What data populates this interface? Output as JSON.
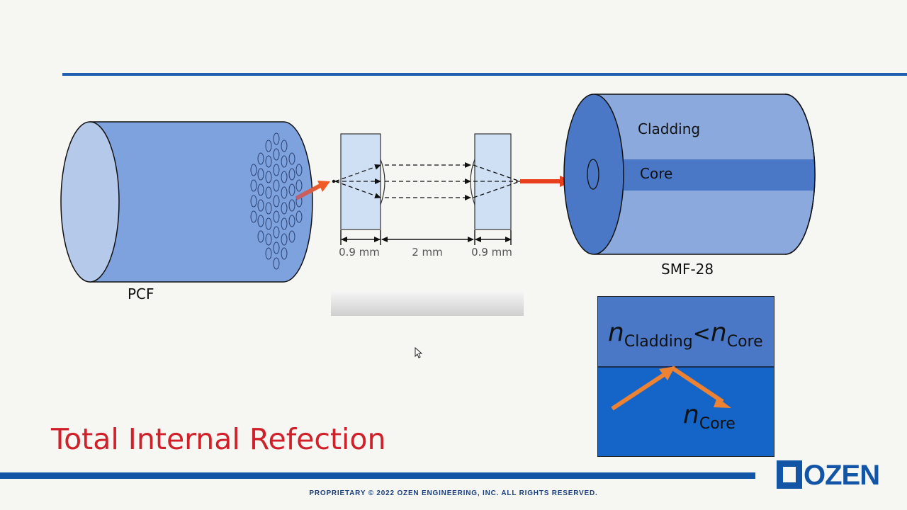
{
  "slide": {
    "title": "Total Internal Refection",
    "footer": "PROPRIETARY © 2022 OZEN ENGINEERING, INC. ALL RIGHTS RESERVED.",
    "logo_text": "OZEN"
  },
  "diagram": {
    "pcf_label": "PCF",
    "smf_label": "SMF-28",
    "cladding_label": "Cladding",
    "core_label": "Core",
    "dim_left": "0.9 mm",
    "dim_middle": "2 mm",
    "dim_right": "0.9 mm"
  },
  "inset": {
    "n_symbol": "n",
    "cladding_sub": "Cladding",
    "less_than": "<",
    "core_sub": "Core"
  },
  "colors": {
    "accent_blue": "#1254a6",
    "title_red": "#d0202a",
    "fiber_blue": "#7da2dd",
    "arrow_orange": "#ec8232"
  }
}
